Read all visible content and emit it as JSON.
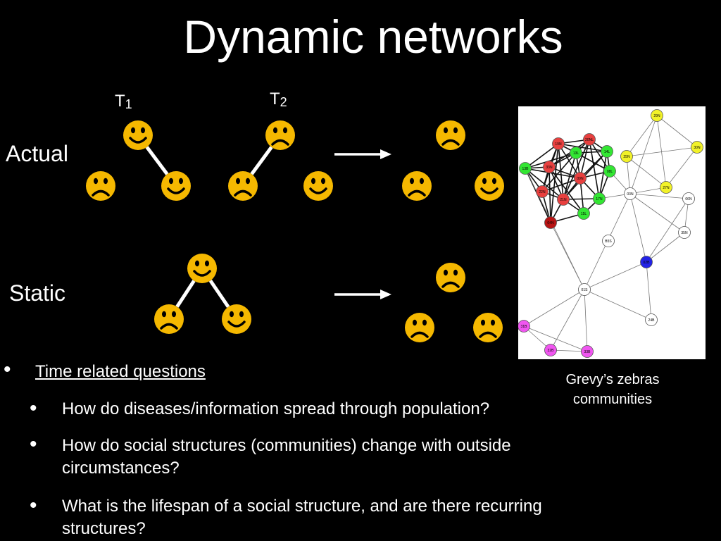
{
  "title": "Dynamic networks",
  "time_labels": [
    {
      "letter": "T",
      "index": "1"
    },
    {
      "letter": "T",
      "index": "2"
    }
  ],
  "row_labels": {
    "actual": "Actual",
    "static": "Static"
  },
  "colors": {
    "background": "#000000",
    "face": "#F5B800",
    "face_feature": "#000000",
    "link": "#FFFFFF",
    "node_red": "#E8403F",
    "node_dark_red": "#B81414",
    "node_green": "#33E633",
    "node_yellow": "#F2F228",
    "node_white": "#FFFFFF",
    "node_blue": "#2222E6",
    "node_magenta": "#F056F0"
  },
  "diagram_icons": {
    "happy": "smiley-face-icon",
    "sad": "frowning-face-icon",
    "arrow": "right-arrow-icon"
  },
  "network": {
    "nodes": [
      {
        "id": "29N",
        "group": "yellow"
      },
      {
        "id": "25N",
        "group": "yellow"
      },
      {
        "id": "30N",
        "group": "yellow"
      },
      {
        "id": "27N",
        "group": "yellow"
      },
      {
        "id": "19N",
        "group": "red"
      },
      {
        "id": "20NL",
        "group": "red"
      },
      {
        "id": "13L",
        "group": "green"
      },
      {
        "id": "14L",
        "group": "green"
      },
      {
        "id": "13B",
        "group": "green"
      },
      {
        "id": "33N",
        "group": "red"
      },
      {
        "id": "09N",
        "group": "red"
      },
      {
        "id": "08L",
        "group": "green"
      },
      {
        "id": "22N",
        "group": "red"
      },
      {
        "id": "21N",
        "group": "red"
      },
      {
        "id": "17N",
        "group": "green"
      },
      {
        "id": "03N",
        "group": "white"
      },
      {
        "id": "06N",
        "group": "white"
      },
      {
        "id": "15L",
        "group": "green"
      },
      {
        "id": "04N",
        "group": "dark_red"
      },
      {
        "id": "35N",
        "group": "white"
      },
      {
        "id": "B5S",
        "group": "white"
      },
      {
        "id": "02B",
        "group": "blue"
      },
      {
        "id": "01S",
        "group": "white"
      },
      {
        "id": "24B",
        "group": "white"
      },
      {
        "id": "31B",
        "group": "magenta"
      },
      {
        "id": "32B",
        "group": "magenta"
      },
      {
        "id": "33B",
        "group": "magenta"
      }
    ],
    "edges": [
      [
        "29N",
        "25N"
      ],
      [
        "29N",
        "30N"
      ],
      [
        "29N",
        "27N"
      ],
      [
        "25N",
        "30N"
      ],
      [
        "25N",
        "27N"
      ],
      [
        "30N",
        "27N"
      ],
      [
        "25N",
        "03N"
      ],
      [
        "29N",
        "03N"
      ],
      [
        "27N",
        "03N"
      ],
      [
        "19N",
        "20NL"
      ],
      [
        "19N",
        "13L"
      ],
      [
        "19N",
        "33N"
      ],
      [
        "19N",
        "09N"
      ],
      [
        "19N",
        "13B"
      ],
      [
        "19N",
        "22N"
      ],
      [
        "19N",
        "21N"
      ],
      [
        "19N",
        "04N"
      ],
      [
        "19N",
        "14L"
      ],
      [
        "20NL",
        "13L"
      ],
      [
        "20NL",
        "14L"
      ],
      [
        "20NL",
        "09N"
      ],
      [
        "20NL",
        "08L"
      ],
      [
        "20NL",
        "33N"
      ],
      [
        "20NL",
        "21N"
      ],
      [
        "20NL",
        "17N"
      ],
      [
        "13L",
        "14L"
      ],
      [
        "13L",
        "33N"
      ],
      [
        "13L",
        "09N"
      ],
      [
        "13L",
        "08L"
      ],
      [
        "13L",
        "21N"
      ],
      [
        "13L",
        "13B"
      ],
      [
        "13L",
        "22N"
      ],
      [
        "14L",
        "08L"
      ],
      [
        "14L",
        "09N"
      ],
      [
        "14L",
        "17N"
      ],
      [
        "14L",
        "21N"
      ],
      [
        "13B",
        "33N"
      ],
      [
        "13B",
        "22N"
      ],
      [
        "13B",
        "09N"
      ],
      [
        "13B",
        "21N"
      ],
      [
        "13B",
        "04N"
      ],
      [
        "33N",
        "09N"
      ],
      [
        "33N",
        "22N"
      ],
      [
        "33N",
        "21N"
      ],
      [
        "33N",
        "04N"
      ],
      [
        "33N",
        "15L"
      ],
      [
        "09N",
        "08L"
      ],
      [
        "09N",
        "22N"
      ],
      [
        "09N",
        "21N"
      ],
      [
        "09N",
        "17N"
      ],
      [
        "09N",
        "15L"
      ],
      [
        "08L",
        "17N"
      ],
      [
        "08L",
        "03N"
      ],
      [
        "22N",
        "21N"
      ],
      [
        "22N",
        "04N"
      ],
      [
        "21N",
        "04N"
      ],
      [
        "21N",
        "17N"
      ],
      [
        "21N",
        "15L"
      ],
      [
        "17N",
        "15L"
      ],
      [
        "17N",
        "03N"
      ],
      [
        "04N",
        "15L"
      ],
      [
        "03N",
        "06N"
      ],
      [
        "03N",
        "02B"
      ],
      [
        "03N",
        "35N"
      ],
      [
        "06N",
        "35N"
      ],
      [
        "06N",
        "02B"
      ],
      [
        "35N",
        "02B"
      ],
      [
        "03N",
        "01S"
      ],
      [
        "02B",
        "01S"
      ],
      [
        "02B",
        "24B"
      ],
      [
        "01S",
        "24B"
      ],
      [
        "01S",
        "31B"
      ],
      [
        "01S",
        "32B"
      ],
      [
        "01S",
        "33B"
      ],
      [
        "31B",
        "32B"
      ],
      [
        "31B",
        "33B"
      ],
      [
        "32B",
        "33B"
      ],
      [
        "01S",
        "04N"
      ],
      [
        "13B",
        "01S"
      ]
    ]
  },
  "caption": [
    "Grevy’s zebras",
    "communities"
  ],
  "bullets": {
    "heading": "Time related questions",
    "items": [
      {
        "lines": [
          "How do diseases/information spread through population?"
        ]
      },
      {
        "lines": [
          "How do social structures (communities) change with outside",
          "circumstances?"
        ]
      },
      {
        "lines": [
          "What is the lifespan of a social structure, and are there recurring",
          "structures?"
        ]
      }
    ]
  }
}
